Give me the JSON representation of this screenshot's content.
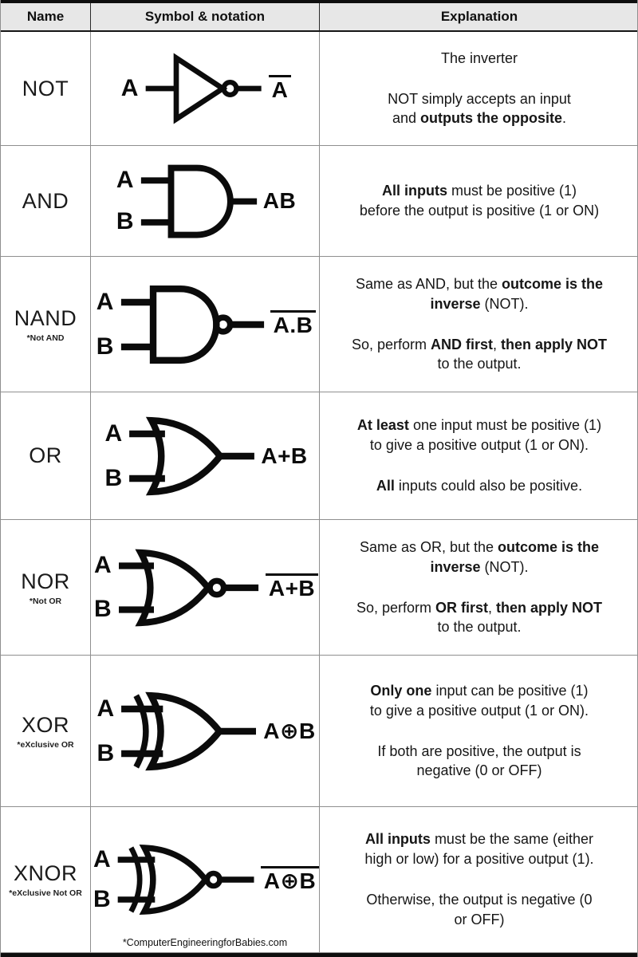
{
  "colors": {
    "header_bg": "#e7e7e7",
    "ink": "#161616",
    "grid": "#8f8f8f",
    "gate_stroke": "#0b0b0b"
  },
  "header": {
    "name": "Name",
    "symbol": "Symbol & notation",
    "explanation": "Explanation"
  },
  "footer": "*ComputerEngineeringforBabies.com",
  "rows": [
    {
      "name": "NOT",
      "subtitle": "",
      "inputs": [
        "A"
      ],
      "output": {
        "text": "A",
        "overline": true
      },
      "explanation": [
        [
          {
            "t": "The inverter"
          }
        ],
        [
          {
            "t": "NOT simply accepts an input"
          },
          {
            "br": true
          },
          {
            "t": "and "
          },
          {
            "t": "outputs the opposite",
            "b": true
          },
          {
            "t": "."
          }
        ]
      ]
    },
    {
      "name": "AND",
      "subtitle": "",
      "inputs": [
        "A",
        "B"
      ],
      "output": {
        "text": "AB",
        "overline": false
      },
      "explanation": [
        [
          {
            "t": "All inputs",
            "b": true
          },
          {
            "t": " must be positive (1)"
          },
          {
            "br": true
          },
          {
            "t": "before the output is positive (1 or ON)"
          }
        ]
      ]
    },
    {
      "name": "NAND",
      "subtitle": "*Not AND",
      "inputs": [
        "A",
        "B"
      ],
      "output": {
        "text": "A.B",
        "overline": true
      },
      "explanation": [
        [
          {
            "t": "Same as AND, but the "
          },
          {
            "t": "outcome is the",
            "b": true
          },
          {
            "br": true
          },
          {
            "t": "inverse",
            "b": true
          },
          {
            "t": " (NOT)."
          }
        ],
        [
          {
            "t": "So, perform "
          },
          {
            "t": "AND first",
            "b": true
          },
          {
            "t": ", "
          },
          {
            "t": "then apply NOT",
            "b": true
          },
          {
            "br": true
          },
          {
            "t": "to the output."
          }
        ]
      ]
    },
    {
      "name": "OR",
      "subtitle": "",
      "inputs": [
        "A",
        "B"
      ],
      "output": {
        "text": "A+B",
        "overline": false
      },
      "explanation": [
        [
          {
            "t": "At least",
            "b": true
          },
          {
            "t": " one input must be positive (1)"
          },
          {
            "br": true
          },
          {
            "t": "to give a positive output (1 or ON)."
          }
        ],
        [
          {
            "t": "All",
            "b": true
          },
          {
            "t": " inputs could also be positive."
          }
        ]
      ]
    },
    {
      "name": "NOR",
      "subtitle": "*Not OR",
      "inputs": [
        "A",
        "B"
      ],
      "output": {
        "text": "A+B",
        "overline": true
      },
      "explanation": [
        [
          {
            "t": "Same as OR, but the "
          },
          {
            "t": "outcome is the",
            "b": true
          },
          {
            "br": true
          },
          {
            "t": "inverse",
            "b": true
          },
          {
            "t": " (NOT)."
          }
        ],
        [
          {
            "t": "So, perform "
          },
          {
            "t": "OR first",
            "b": true
          },
          {
            "t": ", "
          },
          {
            "t": "then apply NOT",
            "b": true
          },
          {
            "br": true
          },
          {
            "t": "to the output."
          }
        ]
      ]
    },
    {
      "name": "XOR",
      "subtitle": "*eXclusive OR",
      "inputs": [
        "A",
        "B"
      ],
      "output": {
        "text": "A⊕B",
        "overline": false
      },
      "explanation": [
        [
          {
            "t": "Only one",
            "b": true
          },
          {
            "t": " input can be positive (1)"
          },
          {
            "br": true
          },
          {
            "t": "to give a positive output (1 or ON)."
          }
        ],
        [
          {
            "t": "If both are positive, the output is"
          },
          {
            "br": true
          },
          {
            "t": "negative (0 or OFF)"
          }
        ]
      ]
    },
    {
      "name": "XNOR",
      "subtitle": "*eXclusive Not OR",
      "inputs": [
        "A",
        "B"
      ],
      "output": {
        "text": "A⊕B",
        "overline": true
      },
      "explanation": [
        [
          {
            "t": "All inputs",
            "b": true
          },
          {
            "t": " must be the same (either"
          },
          {
            "br": true
          },
          {
            "t": "high or low) for a positive output (1)."
          }
        ],
        [
          {
            "t": "Otherwise, the output is negative (0"
          },
          {
            "br": true
          },
          {
            "t": "or OFF)"
          }
        ]
      ]
    }
  ]
}
